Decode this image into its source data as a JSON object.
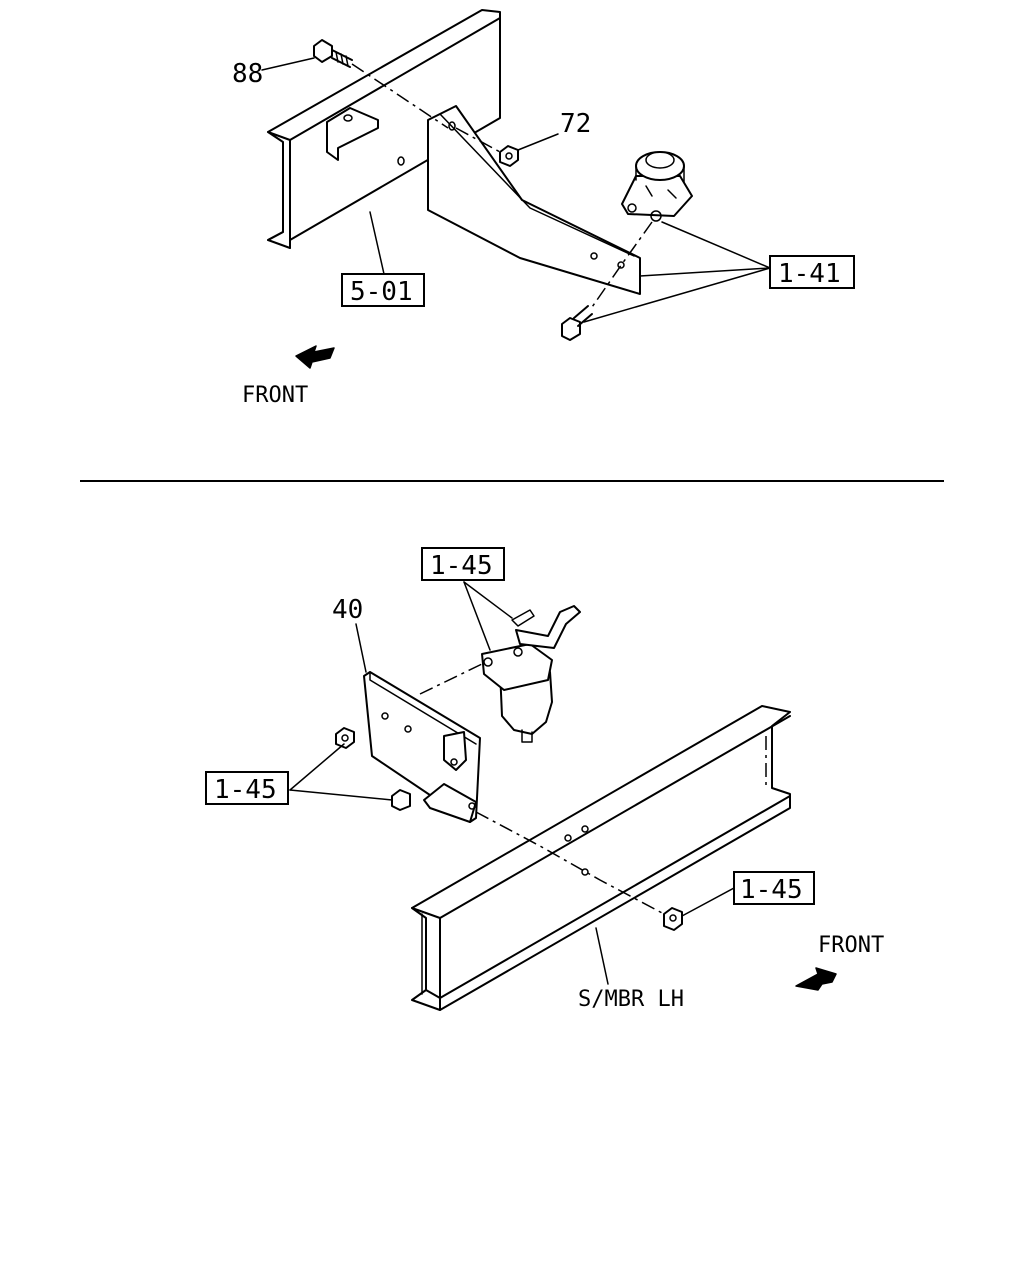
{
  "upper": {
    "callouts": {
      "bolt": "88",
      "nut": "72",
      "frame_ref": "5-01",
      "assy_ref": "1-41"
    },
    "front_label": "FRONT"
  },
  "lower": {
    "callouts": {
      "bracket": "40",
      "filter_ref": "1-45",
      "nut_bolt_ref": "1-45",
      "frame_nut_ref": "1-45"
    },
    "front_label": "FRONT",
    "member_label": "S/MBR LH"
  }
}
